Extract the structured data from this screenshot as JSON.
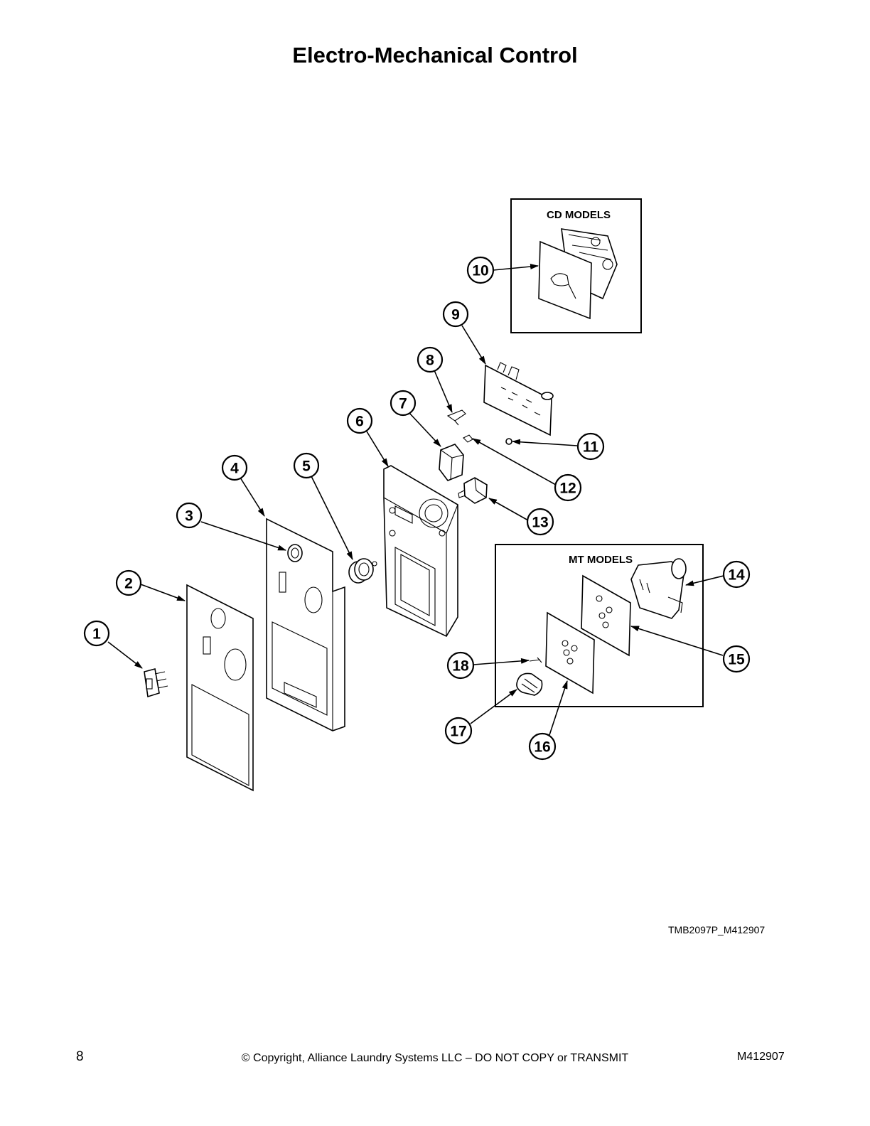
{
  "title": "Electro-Mechanical Control",
  "figure_id": "TMB2097P_M412907",
  "footer": {
    "page_number": "8",
    "copyright": "© Copyright, Alliance Laundry Systems LLC – DO NOT COPY or TRANSMIT",
    "doc_number": "M412907"
  },
  "groups": {
    "cd_models": "CD MODELS",
    "mt_models": "MT MODELS"
  },
  "callouts": [
    "1",
    "2",
    "3",
    "4",
    "5",
    "6",
    "7",
    "8",
    "9",
    "10",
    "11",
    "12",
    "13",
    "14",
    "15",
    "16",
    "17",
    "18"
  ]
}
